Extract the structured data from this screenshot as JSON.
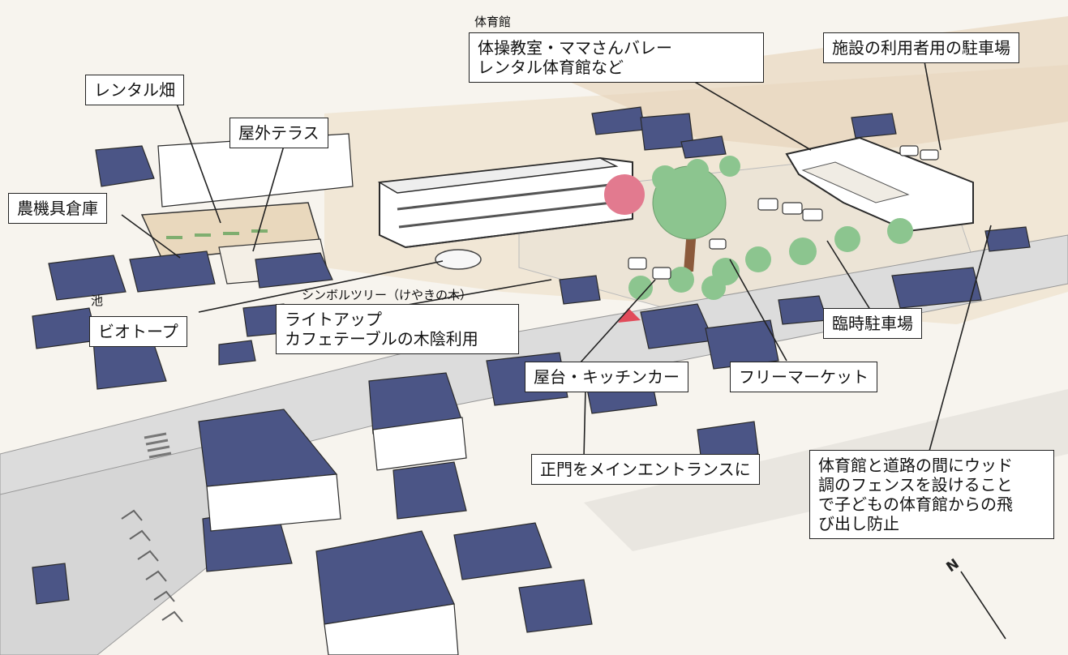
{
  "labels": {
    "gym_small": "体育館",
    "gym_uses": [
      "体操教室・ママさんバレー",
      "レンタル体育館など"
    ],
    "parking_users": "施設の利用者用の駐車場",
    "rental_field": "レンタル畑",
    "outdoor_terrace": "屋外テラス",
    "farm_shed": "農機具倉庫",
    "pond": "池",
    "biotope": "ビオトープ",
    "symbol_tree": "シンボルツリー（けやきの木）",
    "lightup": [
      "ライトアップ",
      "カフェテーブルの木陰利用"
    ],
    "temp_parking": "臨時駐車場",
    "food_stall": "屋台・キッチンカー",
    "flea_market": "フリーマーケット",
    "main_gate": "正門をメインエントランスに",
    "fence_note": [
      "体育館と道路の間にウッド",
      "調のフェンスを設けること",
      "で子どもの体育館からの飛",
      "び出し防止"
    ],
    "north": "N"
  },
  "colors": {
    "roof": "#4b5586",
    "ground": "#efe7d8",
    "road": "#d9d9d9",
    "tree_green": "#8cc58f",
    "tree_pink": "#e27a8f",
    "trunk": "#8b5a3c",
    "outline": "#2a2a2a"
  }
}
